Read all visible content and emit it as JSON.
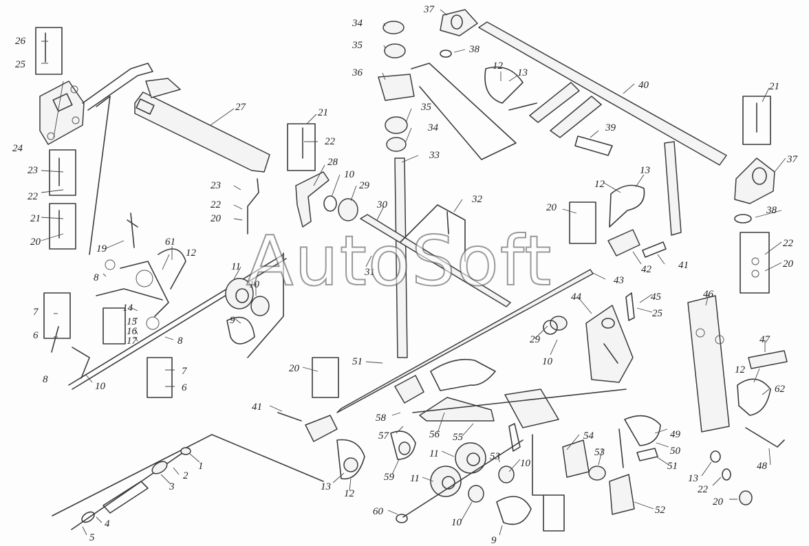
{
  "watermark": "AutoSoft",
  "callouts": [
    {
      "id": "c26a",
      "text": "26"
    },
    {
      "id": "c25a",
      "text": "25"
    },
    {
      "id": "c24",
      "text": "24"
    },
    {
      "id": "c23a",
      "text": "23"
    },
    {
      "id": "c22a",
      "text": "22"
    },
    {
      "id": "c21a",
      "text": "21"
    },
    {
      "id": "c20a",
      "text": "20"
    },
    {
      "id": "c19",
      "text": "19"
    },
    {
      "id": "c8a",
      "text": "8"
    },
    {
      "id": "c61",
      "text": "61"
    },
    {
      "id": "c12a",
      "text": "12"
    },
    {
      "id": "c11a",
      "text": "11"
    },
    {
      "id": "c10a",
      "text": "10"
    },
    {
      "id": "c9a",
      "text": "9"
    },
    {
      "id": "c14",
      "text": "14"
    },
    {
      "id": "c15",
      "text": "15"
    },
    {
      "id": "c16",
      "text": "16"
    },
    {
      "id": "c17",
      "text": "17"
    },
    {
      "id": "c8b",
      "text": "8"
    },
    {
      "id": "c7a",
      "text": "7"
    },
    {
      "id": "c6a",
      "text": "6"
    },
    {
      "id": "c7b",
      "text": "7"
    },
    {
      "id": "c6b",
      "text": "6"
    },
    {
      "id": "c8c",
      "text": "8"
    },
    {
      "id": "c10b",
      "text": "10"
    },
    {
      "id": "c27",
      "text": "27"
    },
    {
      "id": "c23b",
      "text": "23"
    },
    {
      "id": "c22b",
      "text": "22"
    },
    {
      "id": "c20b",
      "text": "20"
    },
    {
      "id": "c21b",
      "text": "21"
    },
    {
      "id": "c22c",
      "text": "22"
    },
    {
      "id": "c28",
      "text": "28"
    },
    {
      "id": "c10c",
      "text": "10"
    },
    {
      "id": "c29a",
      "text": "29"
    },
    {
      "id": "c34a",
      "text": "34"
    },
    {
      "id": "c35a",
      "text": "35"
    },
    {
      "id": "c36",
      "text": "36"
    },
    {
      "id": "c35b",
      "text": "35"
    },
    {
      "id": "c34b",
      "text": "34"
    },
    {
      "id": "c33",
      "text": "33"
    },
    {
      "id": "c30",
      "text": "30"
    },
    {
      "id": "c32",
      "text": "32"
    },
    {
      "id": "c31",
      "text": "31"
    },
    {
      "id": "c37a",
      "text": "37"
    },
    {
      "id": "c38a",
      "text": "38"
    },
    {
      "id": "c12b",
      "text": "12"
    },
    {
      "id": "c13a",
      "text": "13"
    },
    {
      "id": "c40",
      "text": "40"
    },
    {
      "id": "c39",
      "text": "39"
    },
    {
      "id": "c21c",
      "text": "21"
    },
    {
      "id": "c37b",
      "text": "37"
    },
    {
      "id": "c38b",
      "text": "38"
    },
    {
      "id": "c22d",
      "text": "22"
    },
    {
      "id": "c20c",
      "text": "20"
    },
    {
      "id": "c12c",
      "text": "12"
    },
    {
      "id": "c13b",
      "text": "13"
    },
    {
      "id": "c20d",
      "text": "20"
    },
    {
      "id": "c42",
      "text": "42"
    },
    {
      "id": "c41a",
      "text": "41"
    },
    {
      "id": "c43",
      "text": "43"
    },
    {
      "id": "c44",
      "text": "44"
    },
    {
      "id": "c45",
      "text": "45"
    },
    {
      "id": "c25b",
      "text": "25"
    },
    {
      "id": "c29b",
      "text": "29"
    },
    {
      "id": "c10d",
      "text": "10"
    },
    {
      "id": "c46",
      "text": "46"
    },
    {
      "id": "c47",
      "text": "47"
    },
    {
      "id": "c12d",
      "text": "12"
    },
    {
      "id": "c62",
      "text": "62"
    },
    {
      "id": "c51a",
      "text": "51"
    },
    {
      "id": "c20e",
      "text": "20"
    },
    {
      "id": "c41b",
      "text": "41"
    },
    {
      "id": "c58",
      "text": "58"
    },
    {
      "id": "c57",
      "text": "57"
    },
    {
      "id": "c56",
      "text": "56"
    },
    {
      "id": "c55",
      "text": "55"
    },
    {
      "id": "c54",
      "text": "54"
    },
    {
      "id": "c49",
      "text": "49"
    },
    {
      "id": "c50",
      "text": "50"
    },
    {
      "id": "c51b",
      "text": "51"
    },
    {
      "id": "c48",
      "text": "48"
    },
    {
      "id": "c13c",
      "text": "13"
    },
    {
      "id": "c22e",
      "text": "22"
    },
    {
      "id": "c20f",
      "text": "20"
    },
    {
      "id": "c11b",
      "text": "11"
    },
    {
      "id": "c11c",
      "text": "11"
    },
    {
      "id": "c53a",
      "text": "53"
    },
    {
      "id": "c10e",
      "text": "10"
    },
    {
      "id": "c53b",
      "text": "53"
    },
    {
      "id": "c13d",
      "text": "13"
    },
    {
      "id": "c12e",
      "text": "12"
    },
    {
      "id": "c59",
      "text": "59"
    },
    {
      "id": "c52",
      "text": "52"
    },
    {
      "id": "c60",
      "text": "60"
    },
    {
      "id": "c10f",
      "text": "10"
    },
    {
      "id": "c9b",
      "text": "9"
    },
    {
      "id": "c1",
      "text": "1"
    },
    {
      "id": "c2",
      "text": "2"
    },
    {
      "id": "c3",
      "text": "3"
    },
    {
      "id": "c4",
      "text": "4"
    },
    {
      "id": "c5",
      "text": "5"
    }
  ]
}
